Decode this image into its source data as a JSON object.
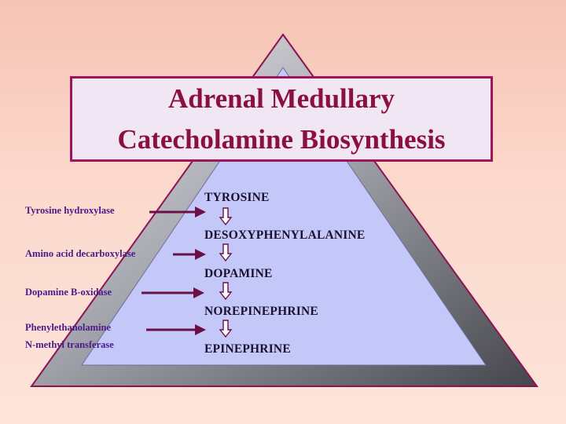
{
  "title": {
    "line1": "Adrenal Medullary",
    "line2": "Catecholamine Biosynthesis"
  },
  "compounds": [
    "TYROSINE",
    "DESOXYPHENYLALANINE",
    "DOPAMINE",
    "NOREPINEPHRINE",
    "EPINEPHRINE"
  ],
  "enzymes": [
    "Tyrosine hydroxylase",
    "Amino acid decarboxylase",
    "Dopamine B-oxidase",
    "Phenylethanolamine",
    "N-methyl transferase"
  ],
  "colors": {
    "title_text": "#8a1040",
    "title_border": "#a0145a",
    "triangle_outline": "#8b1452",
    "inner_triangle_fill": "#c4c8f8",
    "enzyme_text": "#4a1a8a",
    "arrow": "#6b1046"
  }
}
